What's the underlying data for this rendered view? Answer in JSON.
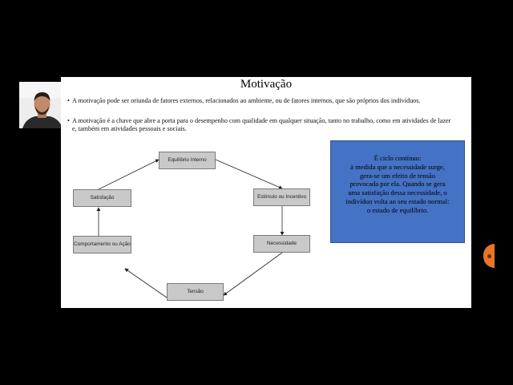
{
  "slide": {
    "title": "Motivação",
    "bullets": [
      "A motivação pode ser oriunda de fatores externos, relacionados ao ambiente, ou de fatores internos, que são próprios dos indivíduos.",
      "A motivação é a chave que abre a porta para o desempenho com qualidade em qualquer situação, tanto no trabalho, como em atividades de lazer e, também em atividades pessoais e sociais."
    ],
    "bullet_symbol": "•"
  },
  "cycle": {
    "equilibrio": "Equilíbrio Interno",
    "estimulo": "Estímulo ou Incentivo",
    "necessidade": "Necessidade",
    "tensao": "Tensão",
    "comportamento": "Comportamento ou Ação",
    "satisfacao": "Satisfação"
  },
  "info_box": {
    "lines": [
      "É ciclo contínuo:",
      "à medida que a necessidade surge,",
      "gera-se um efeito de tensão",
      "provocada por ela. Quando se gera",
      "uma satisfação dessa necessidade, o",
      "indivíduo volta ao seu estado normal:",
      "o estado de equilíbrio."
    ]
  },
  "colors": {
    "background": "#000000",
    "slide": "#ffffff",
    "node_fill": "#c9c9c9",
    "info_box": "#4472c4",
    "side_button": "#e8752a"
  },
  "icons": {
    "webcam": "presenter-webcam",
    "pointer": "black-circle-pointer",
    "side": "orange-side-button"
  }
}
